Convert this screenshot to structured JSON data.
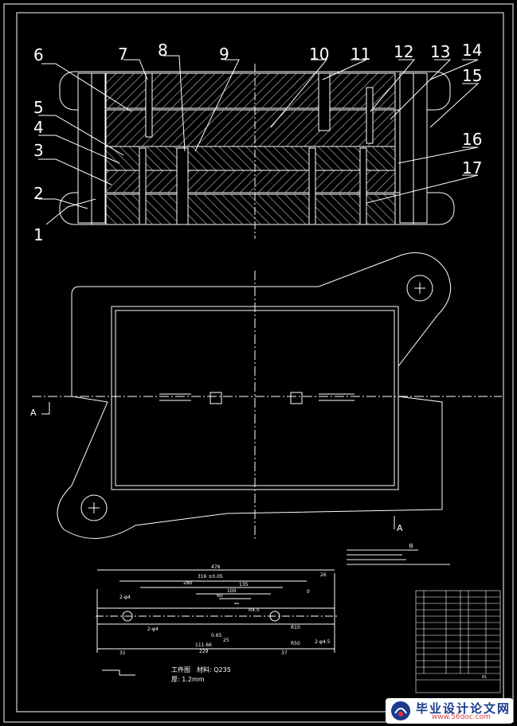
{
  "part_labels": [
    "1",
    "2",
    "3",
    "4",
    "5",
    "6",
    "7",
    "8",
    "9",
    "10",
    "11",
    "12",
    "13",
    "14",
    "15",
    "16",
    "17"
  ],
  "section_mark": "A",
  "tech_notes_title": "技",
  "part_drawing": {
    "title": "工件图",
    "material": "材料: Q235",
    "thickness": "厚: 1.2mm",
    "dims": [
      "476",
      "316 ±0.05",
      "280",
      "135",
      "100",
      "60",
      "26",
      "0",
      "R4.5",
      "2-φ4",
      "2-φ4",
      "31",
      "229",
      "111.66",
      "0.65",
      "25",
      "37",
      "2-φ4.5",
      "R50",
      "R10"
    ]
  },
  "title_block": {
    "sheet": "01"
  },
  "watermark": {
    "title": "毕业设计论文网",
    "url": "www.56doc.com"
  }
}
